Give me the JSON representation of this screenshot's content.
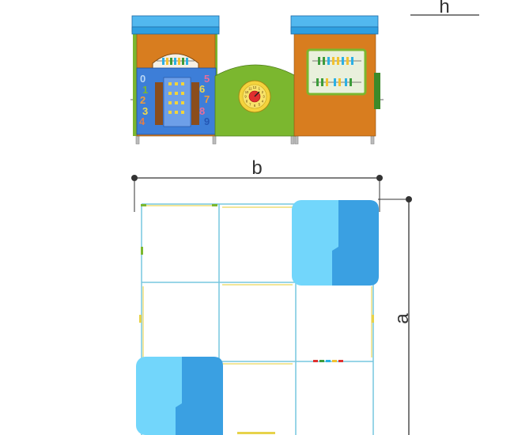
{
  "labels": {
    "height": "h",
    "width": "b",
    "length": "a"
  },
  "front_view": {
    "clock_numbers": [
      "12",
      "1",
      "2",
      "3",
      "4",
      "5",
      "6",
      "7",
      "8",
      "9",
      "10",
      "11"
    ],
    "left_panel_digits": [
      "0",
      "1",
      "2",
      "3",
      "4",
      "5",
      "6",
      "7",
      "8",
      "9"
    ]
  },
  "colors": {
    "roof_blue": "#2f9fe0",
    "roof_top": "#52b8ef",
    "wall_orange": "#d87d1f",
    "panel_blue": "#3d7ed8",
    "arch_green": "#7bb72f",
    "clock_yellow": "#f4d33d",
    "mat_light_blue": "#72d6fb",
    "mat_dark_blue": "#3aa0e2",
    "outline": "#333333",
    "grid_yellow": "#e7d24a",
    "grid_cyan": "#77c7df"
  }
}
